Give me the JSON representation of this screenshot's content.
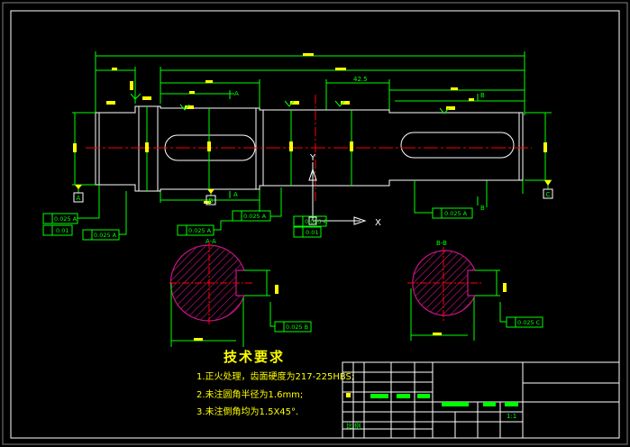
{
  "dimension_main": "42.5",
  "datum_labels": [
    "A",
    "B",
    "C"
  ],
  "axis_labels": {
    "y": "Y",
    "x": "X"
  },
  "section_labels": [
    "A-A",
    "B-B"
  ],
  "section_marks": [
    "A",
    "A",
    "B",
    "B"
  ],
  "tolerance_frames": [
    "0.025 A",
    "0.01",
    "0.025 A",
    "0.025 A",
    "0.025 A",
    "0.01",
    "0.025 A",
    "0.025 B",
    "0.025 C"
  ],
  "tech": {
    "title": "技术要求",
    "lines": [
      "1.正火处理，齿面硬度为217-225HBS;",
      "2.未注圆角半径为1.6mm;",
      "3.未注倒角均为1.5X45°."
    ]
  },
  "title_block": {
    "cell1": "比 例",
    "cell2": "1:1"
  },
  "colors": {
    "bg": "#000000",
    "lines": "#00ff00",
    "outline": "#ffffff",
    "section": "#c71585",
    "centerline": "#ff0000",
    "text": "#ffff00"
  }
}
